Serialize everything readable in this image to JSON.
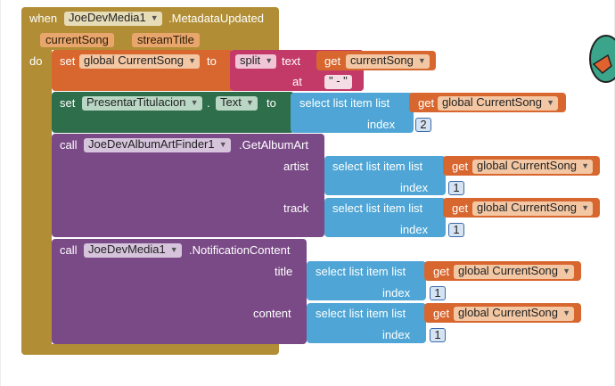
{
  "event": {
    "when_label": "when",
    "component": "JoeDevMedia1",
    "event_name": ".MetadataUpdated",
    "params": [
      "currentSong",
      "streamTitle"
    ],
    "do_label": "do"
  },
  "set_global": {
    "set_label": "set",
    "variable": "global CurrentSong",
    "to_label": "to",
    "split_label": "split",
    "text_label": "text",
    "at_label": "at",
    "get_label": "get",
    "get_var": "currentSong",
    "at_value": "\" - \""
  },
  "set_property": {
    "set_label": "set",
    "component": "PresentarTitulacion",
    "dot": ".",
    "property": "Text",
    "to_label": "to",
    "select_label": "select list item  list",
    "index_label": "index",
    "get_label": "get",
    "get_var": "global CurrentSong",
    "index_value": "2"
  },
  "call_album": {
    "call_label": "call",
    "component": "JoeDevAlbumArtFinder1",
    "method": ".GetAlbumArt",
    "artist_label": "artist",
    "track_label": "track",
    "select_label": "select list item  list",
    "index_label": "index",
    "get_label": "get",
    "get_var": "global CurrentSong",
    "artist_index": "1",
    "track_index": "1"
  },
  "call_notification": {
    "call_label": "call",
    "component": "JoeDevMedia1",
    "method": ".NotificationContent",
    "title_label": "title",
    "content_label": "content",
    "select_label": "select list item  list",
    "index_label": "index",
    "get_label": "get",
    "get_var": "global CurrentSong",
    "title_index": "1",
    "content_index": "1"
  }
}
